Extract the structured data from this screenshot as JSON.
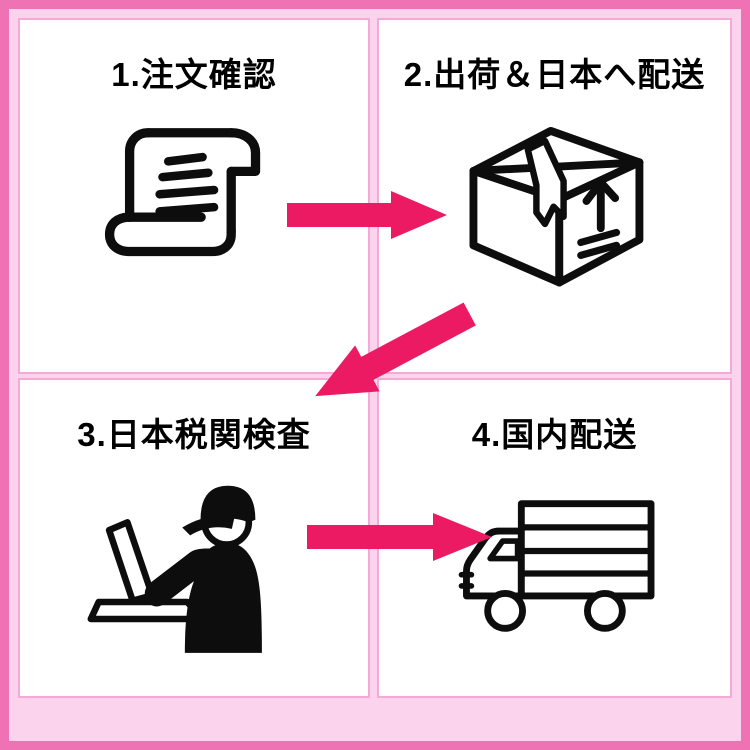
{
  "process": {
    "steps": [
      {
        "label": "1.注文確認",
        "icon": "scroll-document-icon"
      },
      {
        "label": "2.出荷＆日本へ配送",
        "icon": "shipping-box-icon"
      },
      {
        "label": "3.日本税関検査",
        "icon": "customs-officer-icon"
      },
      {
        "label": "4.国内配送",
        "icon": "delivery-truck-icon"
      }
    ],
    "arrows": [
      {
        "name": "arrow-step1-to-step2",
        "direction": "right"
      },
      {
        "name": "arrow-step2-to-step3",
        "direction": "down-left"
      },
      {
        "name": "arrow-step3-to-step4",
        "direction": "right"
      }
    ]
  },
  "colors": {
    "frame_pink": "#ef72b5",
    "panel_border_pink": "#f5a9d6",
    "background_pink": "#fbd3ec",
    "panel_white": "#ffffff",
    "arrow_pink": "#ec1a62",
    "icon_black": "#0d0d0d",
    "text_black": "#000000"
  }
}
